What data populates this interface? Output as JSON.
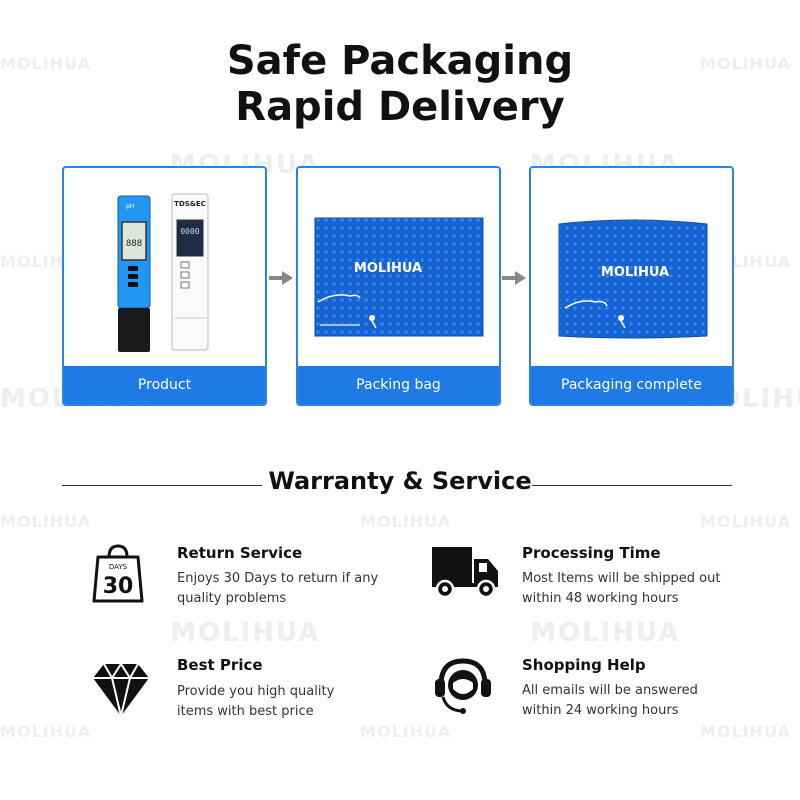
{
  "header": {
    "line1": "Safe Packaging",
    "line2": "Rapid Delivery"
  },
  "watermark": "MOLIHUA",
  "steps": [
    {
      "label": "Product",
      "meter_labels": [
        "pH",
        "TDS&EC"
      ],
      "reading": "0000"
    },
    {
      "label": "Packing bag",
      "brand": "MOLIHUA"
    },
    {
      "label": "Packaging complete",
      "brand": "MOLIHUA"
    }
  ],
  "warranty": {
    "title": "Warranty & Service",
    "features": [
      {
        "icon": "shopping-bag-30-days-icon",
        "badge_top": "DAYS",
        "badge_num": "30",
        "title": "Return Service",
        "line1": "Enjoys 30 Days to return if any",
        "line2": "quality problems"
      },
      {
        "icon": "delivery-truck-icon",
        "title": "Processing Time",
        "line1": "Most Items will be shipped out",
        "line2": "within 48 working hours"
      },
      {
        "icon": "diamond-icon",
        "title": "Best Price",
        "line1": "Provide you high quality",
        "line2": "items with best price"
      },
      {
        "icon": "headset-support-icon",
        "title": "Shopping Help",
        "line1": "All emails will be answered",
        "line2": "within 24 working hours"
      }
    ]
  },
  "colors": {
    "accent": "#1f7ae6",
    "bag": "#1565d8",
    "text": "#111111"
  }
}
